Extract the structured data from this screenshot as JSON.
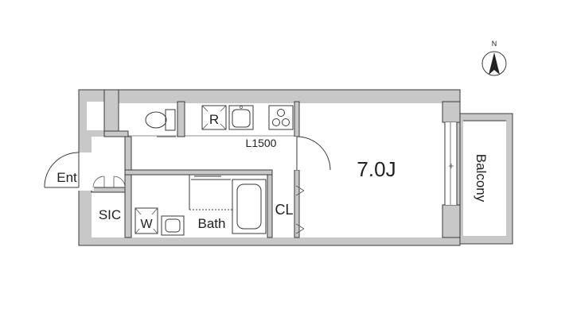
{
  "north_label": "N",
  "rooms": {
    "main": "7.0J",
    "balcony": "Balcony",
    "entrance": "Ent",
    "sic": "SIC",
    "closet": "CL",
    "bath": "Bath",
    "washer": "W",
    "fridge": "R",
    "kitchen_length": "L1500"
  }
}
